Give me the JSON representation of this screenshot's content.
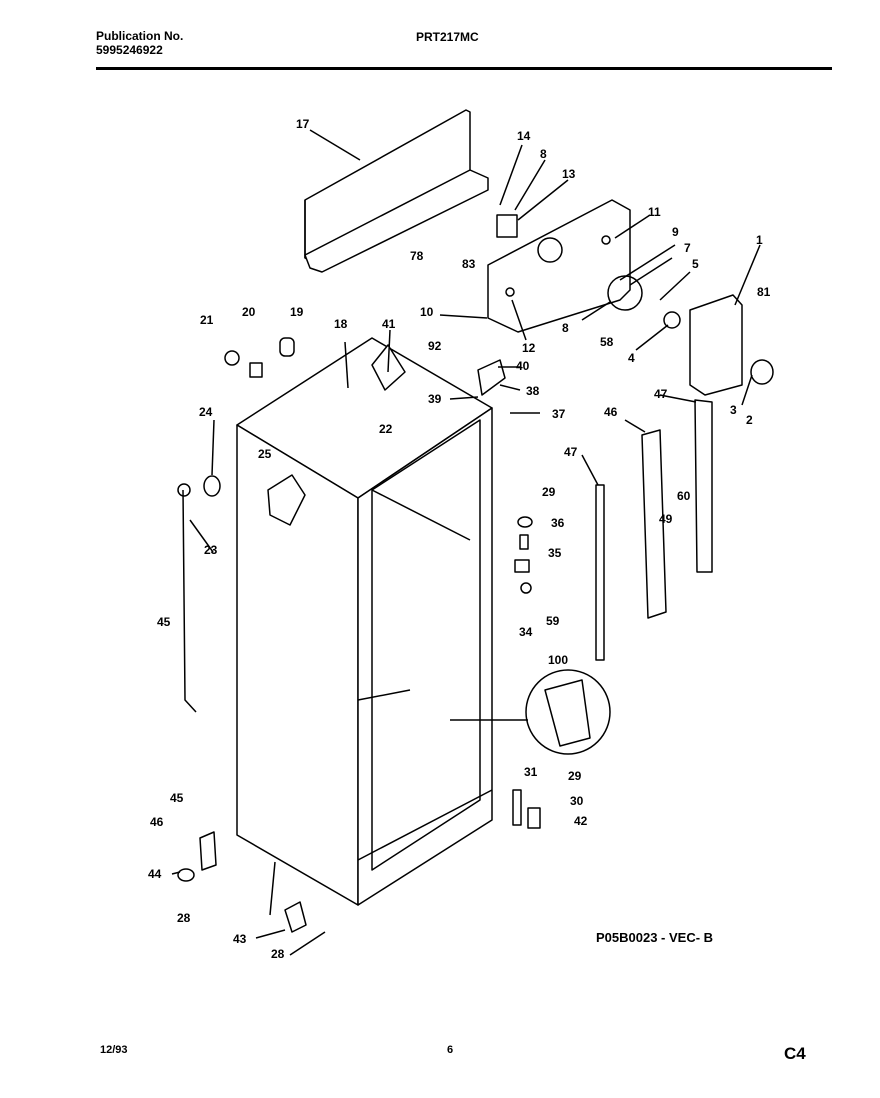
{
  "header": {
    "publication_label": "Publication No.",
    "publication_number": "5995246922",
    "model": "PRT217MC"
  },
  "diagram": {
    "part_callouts": [
      {
        "id": "17",
        "text": "17"
      },
      {
        "id": "14",
        "text": "14"
      },
      {
        "id": "8a",
        "text": "8"
      },
      {
        "id": "13",
        "text": "13"
      },
      {
        "id": "11",
        "text": "11"
      },
      {
        "id": "9",
        "text": "9"
      },
      {
        "id": "7",
        "text": "7"
      },
      {
        "id": "5",
        "text": "5"
      },
      {
        "id": "1",
        "text": "1"
      },
      {
        "id": "81",
        "text": "81"
      },
      {
        "id": "78",
        "text": "78"
      },
      {
        "id": "83",
        "text": "83"
      },
      {
        "id": "10",
        "text": "10"
      },
      {
        "id": "12",
        "text": "12"
      },
      {
        "id": "8b",
        "text": "8"
      },
      {
        "id": "58",
        "text": "58"
      },
      {
        "id": "4",
        "text": "4"
      },
      {
        "id": "3",
        "text": "3"
      },
      {
        "id": "2",
        "text": "2"
      },
      {
        "id": "21",
        "text": "21"
      },
      {
        "id": "20",
        "text": "20"
      },
      {
        "id": "19",
        "text": "19"
      },
      {
        "id": "18",
        "text": "18"
      },
      {
        "id": "41",
        "text": "41"
      },
      {
        "id": "92",
        "text": "92"
      },
      {
        "id": "40",
        "text": "40"
      },
      {
        "id": "38",
        "text": "38"
      },
      {
        "id": "39",
        "text": "39"
      },
      {
        "id": "37",
        "text": "37"
      },
      {
        "id": "47a",
        "text": "47"
      },
      {
        "id": "46a",
        "text": "46"
      },
      {
        "id": "24",
        "text": "24"
      },
      {
        "id": "22",
        "text": "22"
      },
      {
        "id": "25",
        "text": "25"
      },
      {
        "id": "23",
        "text": "23"
      },
      {
        "id": "45a",
        "text": "45"
      },
      {
        "id": "47b",
        "text": "47"
      },
      {
        "id": "29a",
        "text": "29"
      },
      {
        "id": "36",
        "text": "36"
      },
      {
        "id": "35",
        "text": "35"
      },
      {
        "id": "59",
        "text": "59"
      },
      {
        "id": "34",
        "text": "34"
      },
      {
        "id": "60",
        "text": "60"
      },
      {
        "id": "49",
        "text": "49"
      },
      {
        "id": "100",
        "text": "100"
      },
      {
        "id": "31",
        "text": "31"
      },
      {
        "id": "29b",
        "text": "29"
      },
      {
        "id": "30",
        "text": "30"
      },
      {
        "id": "42",
        "text": "42"
      },
      {
        "id": "45b",
        "text": "45"
      },
      {
        "id": "46b",
        "text": "46"
      },
      {
        "id": "44",
        "text": "44"
      },
      {
        "id": "28a",
        "text": "28"
      },
      {
        "id": "43",
        "text": "43"
      },
      {
        "id": "28b",
        "text": "28"
      }
    ],
    "reference_code": "P05B0023 - VEC- B"
  },
  "footer": {
    "date": "12/93",
    "page": "6",
    "section_code": "C4"
  }
}
